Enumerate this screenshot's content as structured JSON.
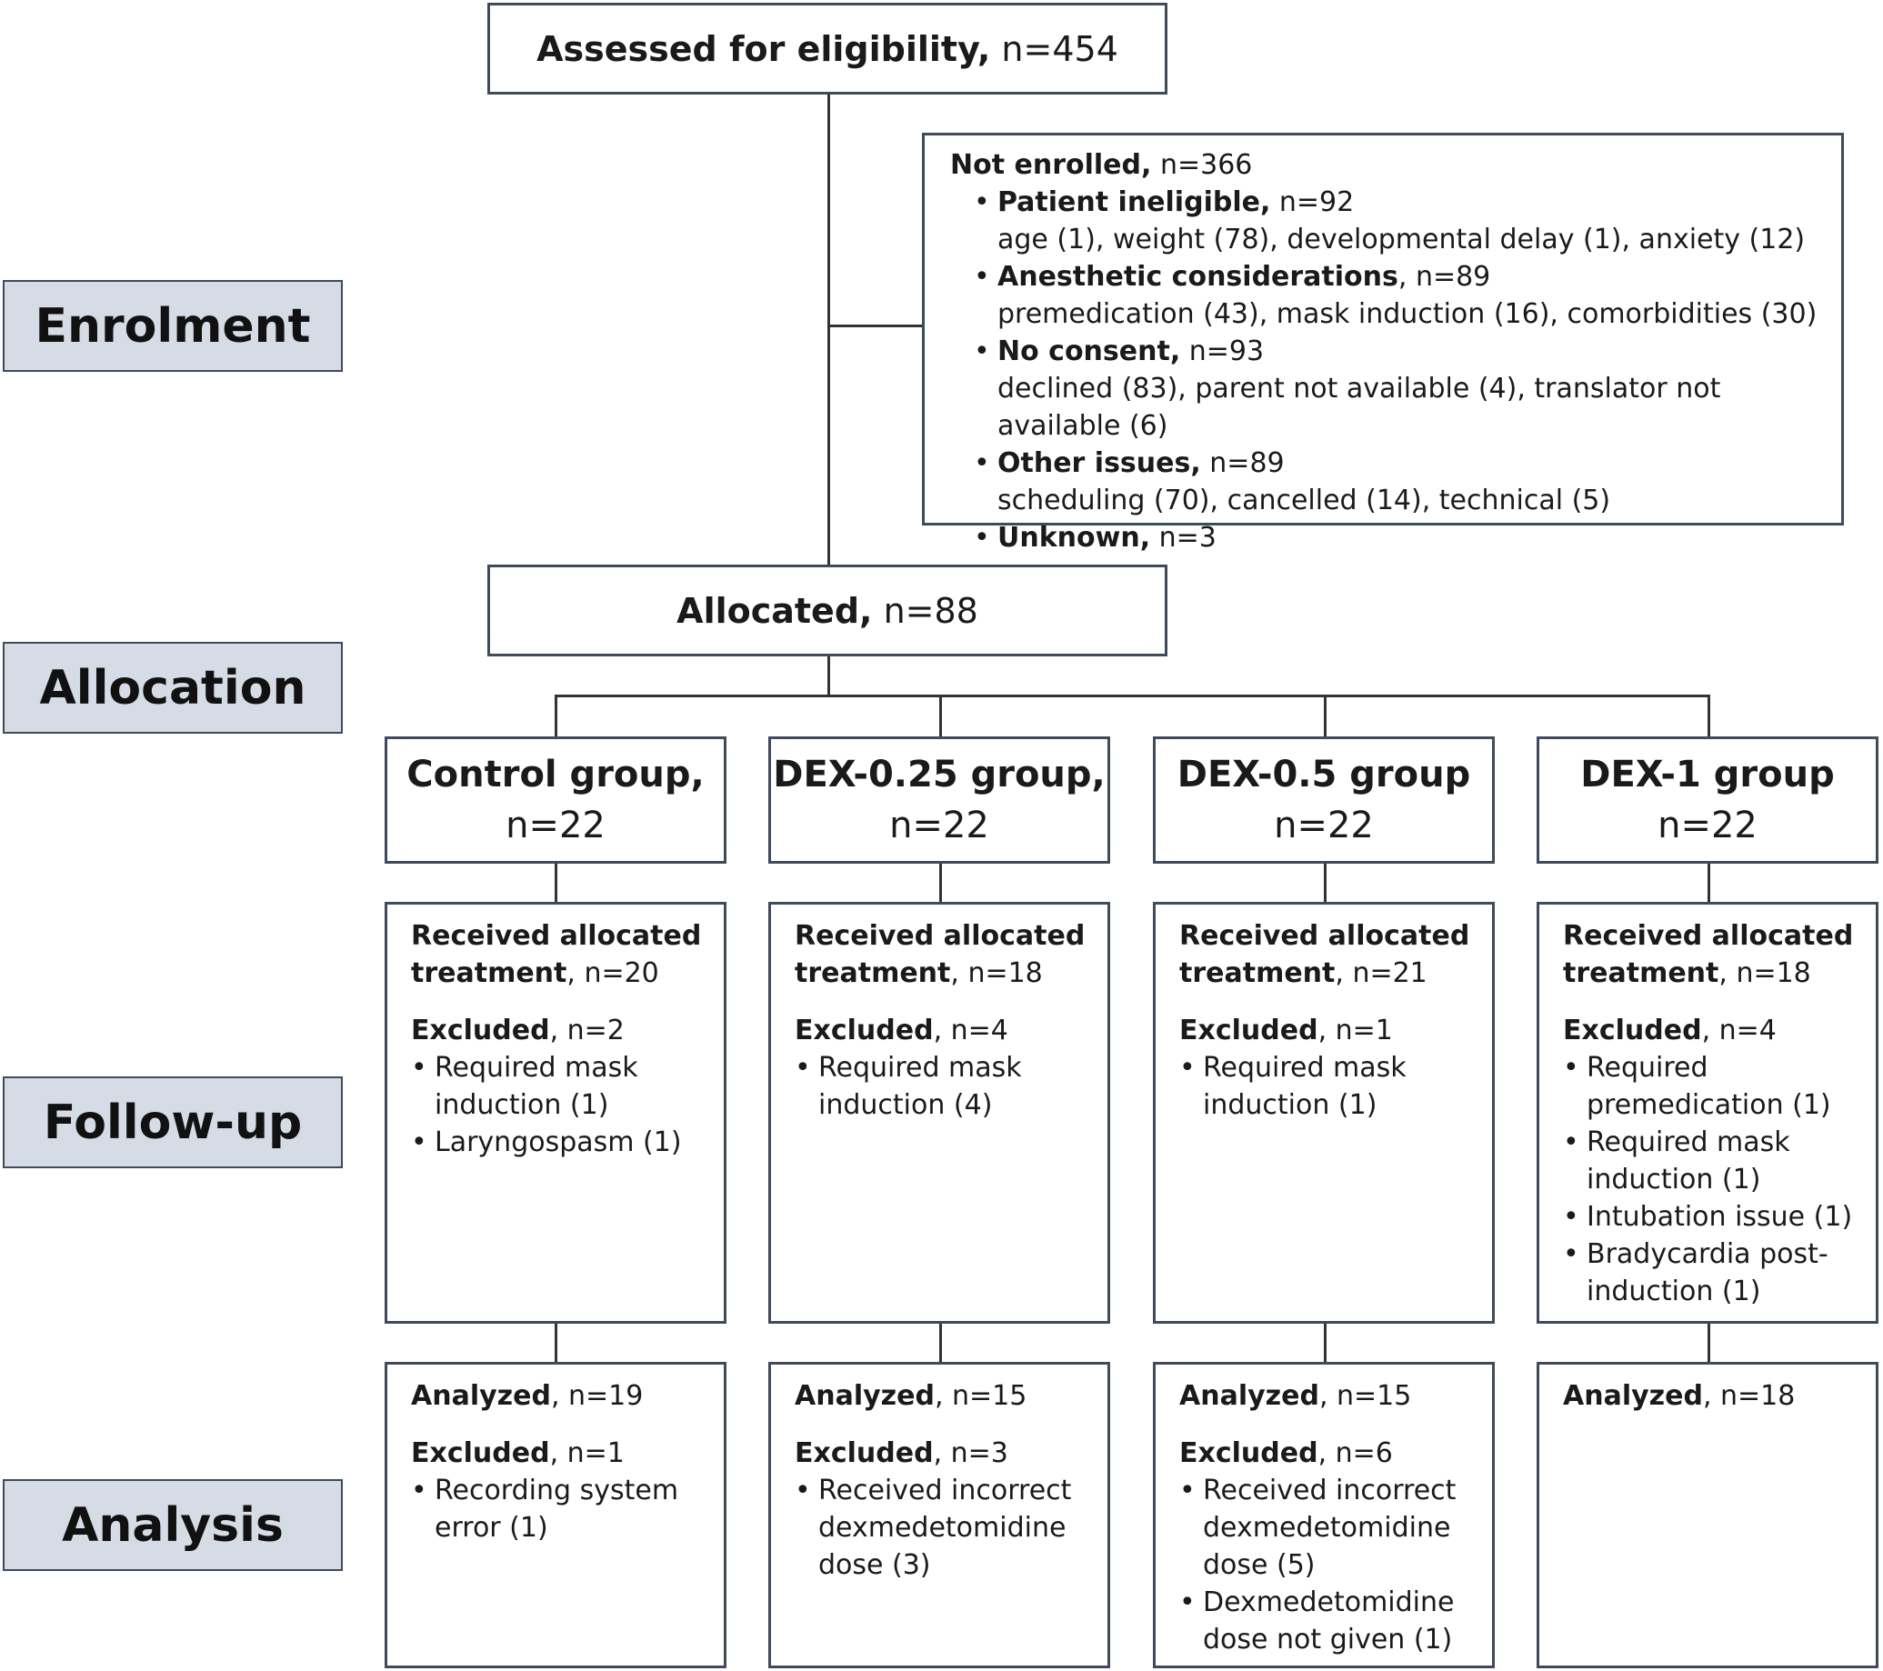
{
  "stages": {
    "enrolment": "Enrolment",
    "allocation": "Allocation",
    "follow_up": "Follow-up",
    "analysis": "Analysis"
  },
  "assessed": {
    "label": "Assessed for eligibility,",
    "count": "n=454"
  },
  "not_enrolled": {
    "label": "Not enrolled,",
    "count": "n=366",
    "items": [
      {
        "label": "Patient ineligible,",
        "count": "n=92",
        "detail": "age (1), weight (78), developmental delay (1), anxiety (12)"
      },
      {
        "label": "Anesthetic considerations",
        "count": ", n=89",
        "detail": "premedication (43), mask induction (16), comorbidities (30)"
      },
      {
        "label": "No consent,",
        "count": "n=93",
        "detail": "declined (83), parent not available (4), translator not available (6)"
      },
      {
        "label": "Other issues,",
        "count": "n=89",
        "detail": "scheduling (70), cancelled (14), technical (5)"
      },
      {
        "label": "Unknown,",
        "count": "n=3",
        "detail": ""
      }
    ]
  },
  "allocated": {
    "label": "Allocated,",
    "count": "n=88"
  },
  "bullet": "•",
  "groups": [
    {
      "name": "Control group,",
      "count": "n=22",
      "received_label_1": "Received allocated",
      "received_label_2": "treatment",
      "received_count": ", n=20",
      "excluded_label": "Excluded",
      "excluded_count": ", n=2",
      "excluded_items": [
        "Required mask induction (1)",
        "Laryngospasm (1)"
      ],
      "analyzed_label": "Analyzed",
      "analyzed_count": ", n=19",
      "analysis_excluded_label": "Excluded",
      "analysis_excluded_count": ", n=1",
      "analysis_excluded_items": [
        "Recording system error (1)"
      ]
    },
    {
      "name": "DEX-0.25 group,",
      "count": "n=22",
      "received_label_1": "Received allocated",
      "received_label_2": "treatment",
      "received_count": ", n=18",
      "excluded_label": "Excluded",
      "excluded_count": ", n=4",
      "excluded_items": [
        "Required mask induction (4)"
      ],
      "analyzed_label": "Analyzed",
      "analyzed_count": ", n=15",
      "analysis_excluded_label": "Excluded",
      "analysis_excluded_count": ", n=3",
      "analysis_excluded_items": [
        "Received incorrect dexmedetomidine dose (3)"
      ]
    },
    {
      "name": "DEX-0.5 group",
      "count": "n=22",
      "received_label_1": "Received allocated",
      "received_label_2": "treatment",
      "received_count": ", n=21",
      "excluded_label": "Excluded",
      "excluded_count": ", n=1",
      "excluded_items": [
        "Required mask induction (1)"
      ],
      "analyzed_label": "Analyzed",
      "analyzed_count": ", n=15",
      "analysis_excluded_label": "Excluded",
      "analysis_excluded_count": ", n=6",
      "analysis_excluded_items": [
        "Received incorrect dexmedetomidine dose (5)",
        "Dexmedetomidine dose not given (1)"
      ]
    },
    {
      "name": "DEX-1 group",
      "count": "n=22",
      "received_label_1": "Received allocated",
      "received_label_2": "treatment",
      "received_count": ", n=18",
      "excluded_label": "Excluded",
      "excluded_count": ", n=4",
      "excluded_items": [
        "Required premedication (1)",
        "Required mask induction (1)",
        "Intubation issue (1)",
        "Bradycardia post-induction (1)"
      ],
      "analyzed_label": "Analyzed",
      "analyzed_count": ", n=18",
      "analysis_excluded_label": "",
      "analysis_excluded_count": "",
      "analysis_excluded_items": []
    }
  ]
}
